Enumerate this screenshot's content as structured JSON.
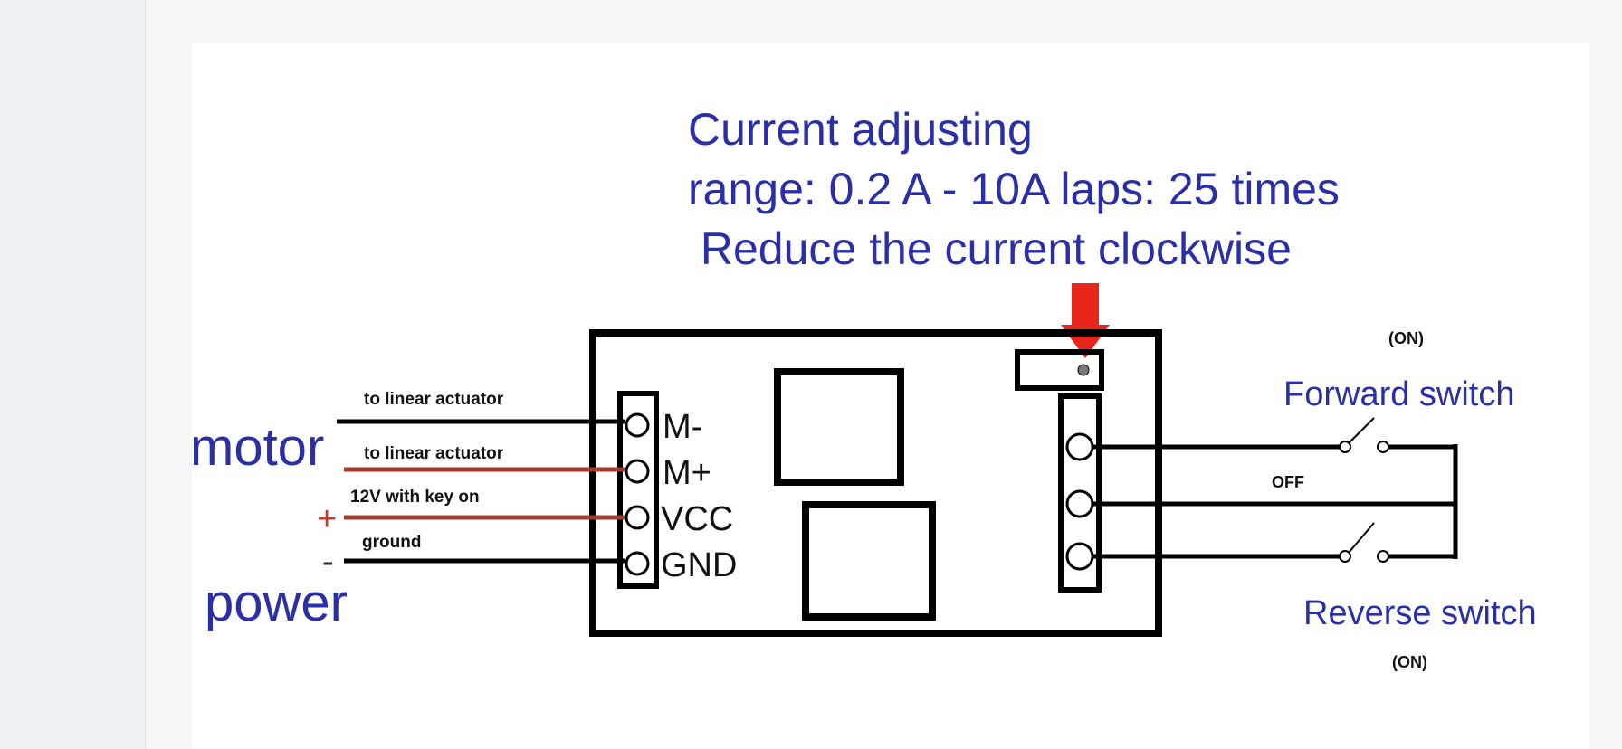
{
  "diagram": {
    "header": {
      "line1": "Current adjusting",
      "line2": "range: 0.2 A - 10A  laps: 25 times",
      "line3": " Reduce the current clockwise"
    },
    "side_labels": {
      "motor": "motor",
      "power": "power",
      "plus": "+",
      "minus": "-"
    },
    "wire_labels": [
      "to linear actuator",
      "to linear actuator",
      "12V with key on",
      "ground"
    ],
    "pins": [
      "M-",
      "M+",
      "VCC",
      "GND"
    ],
    "switches": {
      "forward_label": "Forward switch",
      "reverse_label": "Reverse switch",
      "forward_state": "(ON)",
      "reverse_state": "(ON)",
      "middle_state": "OFF"
    },
    "colors": {
      "label_blue": "#2a2fa8",
      "wire_red": "#a23b32",
      "arrow_red": "#e8261c",
      "board_black": "#000000"
    }
  }
}
